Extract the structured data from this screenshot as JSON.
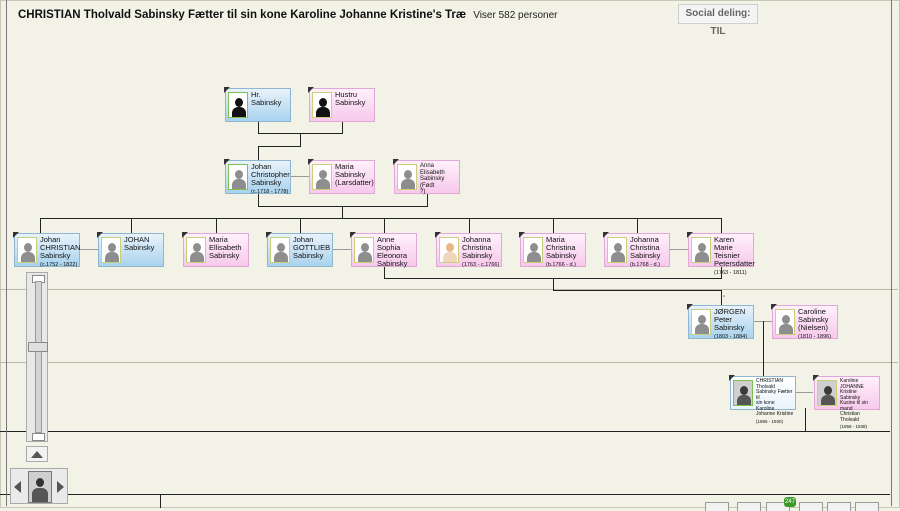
{
  "header": {
    "title": "CHRISTIAN Tholvald Sabinsky Fætter til sin kone Karoline Johanne Kristine's Træ",
    "count_text": "Viser 582 personer",
    "social_label": "Social deling: TIL"
  },
  "people": {
    "gp_father": {
      "name": "Hr.\nSabinsky",
      "dates": ""
    },
    "gp_mother": {
      "name": "Hustru\nSabinsky",
      "dates": ""
    },
    "father": {
      "name": "Johan\nChristopher\nSabinsky",
      "dates": "(c.1718 - 1778)"
    },
    "mother": {
      "name": "Maria\nSabinsky\n(Larsdatter)",
      "dates": ""
    },
    "wife2": {
      "name": "Anna Elisabeth\nSabinsky (Født\n?)",
      "dates": ""
    },
    "c1": {
      "name": "Johan\nCHRISTIAN\nSabinsky",
      "dates": "(c.1752 - 1822)"
    },
    "c2": {
      "name": "JOHAN\nSabinsky",
      "dates": ""
    },
    "c3": {
      "name": "Maria\nEllisabeth\nSabinsky",
      "dates": ""
    },
    "c4": {
      "name": "Johan\nGOTTLIEB\nSabinsky",
      "dates": ""
    },
    "c5": {
      "name": "Anne\nSophia\nEleonora\nSabinsky",
      "dates": ""
    },
    "c6": {
      "name": "Johanna\nChristina\nSabinsky",
      "dates": "(1763 - c.1766)"
    },
    "c7": {
      "name": "Maria\nChristina\nSabinsky",
      "dates": "(b.1766 - d.)"
    },
    "c8": {
      "name": "Johanna\nChristina\nSabinsky",
      "dates": "(b.1768 - d.)"
    },
    "c9": {
      "name": "Karen Marie\nTeisnier\nPetersdatter",
      "dates": "(1763 - 1811)"
    },
    "jorgen": {
      "name": "JØRGEN\nPeter\nSabinsky",
      "dates": "(1803 - 1884)"
    },
    "caroline": {
      "name": "Caroline\nSabinsky\n(Nielsen)",
      "dates": "(1810 - 1896)"
    },
    "christian": {
      "name": "CHRISTIAN Tholvald\nSabinsky Fætter til\nsin kone Karoline\nJohanne Kristine",
      "dates": "(1855 - 1930)"
    },
    "karoline": {
      "name": "Karoline JOHANNE\nKristine Sabinsky\nKusine til sin mand\nChristian Tholvald",
      "dates": "(1858 - 1938)"
    }
  },
  "footer": {
    "badge_count": "247"
  },
  "colors": {
    "male_card": "#a9d3ee",
    "female_card": "#f7c9ec",
    "background": "#f2f2e6"
  }
}
